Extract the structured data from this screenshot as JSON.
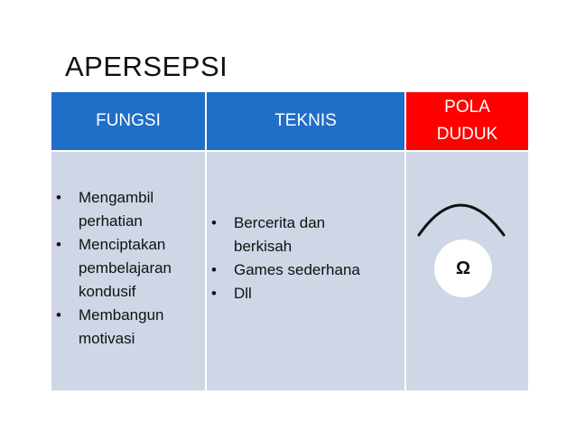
{
  "title": "APERSEPSI",
  "headers": {
    "fungsi": "FUNGSI",
    "teknis": "TEKNIS",
    "pola_line1": "POLA",
    "pola_line2": "DUDUK"
  },
  "fungsi_items": [
    [
      "Mengambil",
      "perhatian"
    ],
    [
      "Menciptakan",
      "pembelajaran",
      "kondusif"
    ],
    [
      "Membangun",
      "motivasi"
    ]
  ],
  "teknis_items": [
    [
      "Bercerita dan",
      "berkisah"
    ],
    [
      "Games sederhana"
    ],
    [
      "Dll"
    ]
  ],
  "pola_duduk_symbol": "Ω",
  "bullet": "•",
  "colors": {
    "header_blue": "#1f6ec7",
    "header_red": "#ff0000",
    "cell_bg": "#cfd6e6"
  }
}
